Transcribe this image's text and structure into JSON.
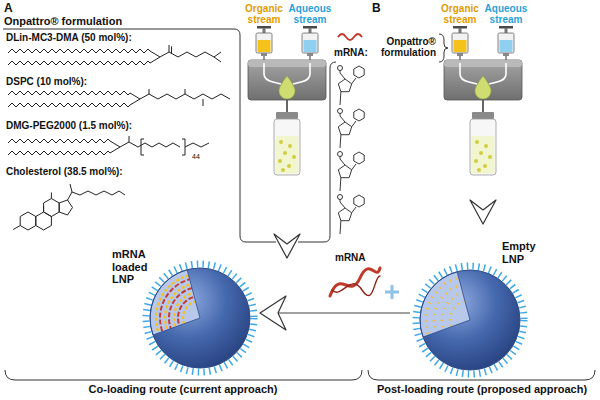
{
  "diagram": {
    "nodes": [
      {
        "text": [
          "mRNA loaded LNP"
        ]
      },
      {
        "text": [
          "Empty LNP"
        ]
      }
    ],
    "edges": [
      {
        "from": 1,
        "to": 0,
        "arrow": "to"
      }
    ],
    "labels": [
      "A",
      "Onpattro® formulation",
      "DLin-MC3-DMA (50 mol%):",
      "DSPC (10 mol%):",
      "DMG-PEG2000 (1.5 mol%):",
      "44",
      "Cholesterol (38.5 mol%):",
      "Organic stream",
      "Aqueous stream",
      "mRNA:",
      "B",
      "Onpattro® formulation",
      "Organic stream",
      "Aqueous stream",
      "mRNA",
      "Co-loading route (current approach)",
      "Post-loading route (proposed approach)"
    ]
  }
}
